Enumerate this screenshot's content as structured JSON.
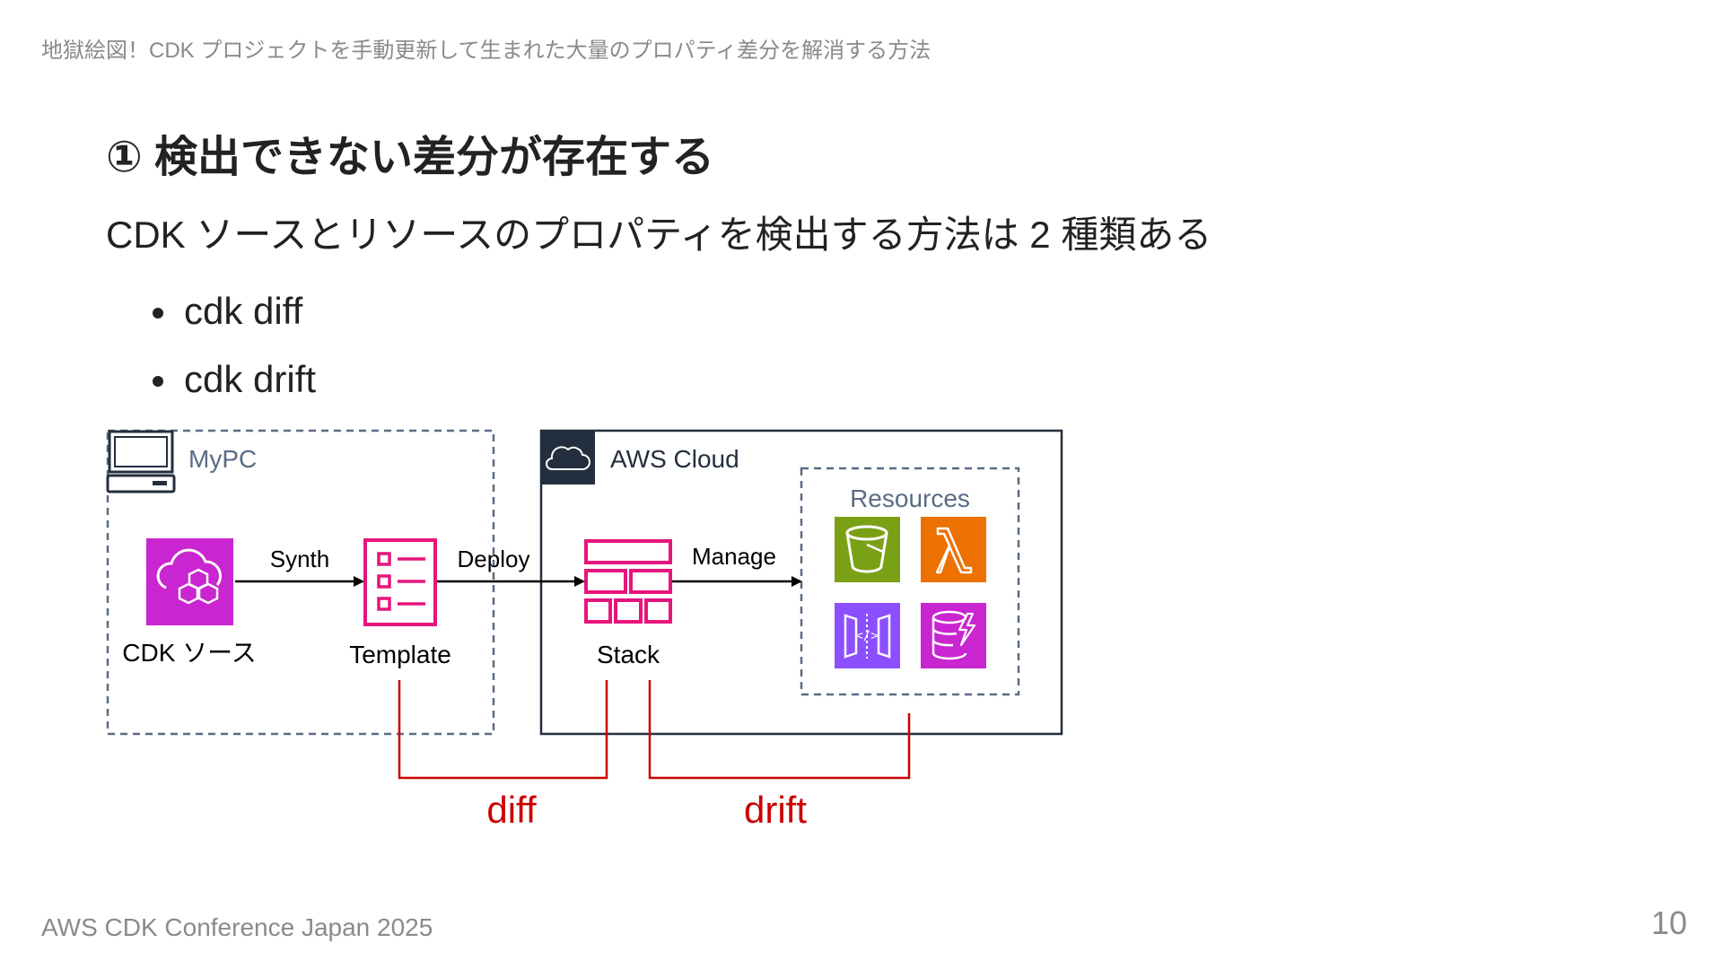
{
  "header": {
    "title": "地獄絵図！CDK プロジェクトを手動更新して生まれた大量のプロパティ差分を解消する方法"
  },
  "slide": {
    "heading": "① 検出できない差分が存在する",
    "lead": "CDK ソースとリソースのプロパティを検出する方法は 2 種類ある",
    "bullets": [
      "cdk diff",
      "cdk drift"
    ]
  },
  "diagram": {
    "mypc_label": "MyPC",
    "aws_cloud_label": "AWS Cloud",
    "resources_label": "Resources",
    "cdk_source_label": "CDK ソース",
    "template_label": "Template",
    "stack_label": "Stack",
    "synth_label": "Synth",
    "deploy_label": "Deploy",
    "manage_label": "Manage",
    "diff_label": "diff",
    "drift_label": "drift",
    "icons": [
      "computer-icon",
      "cloud-icon",
      "cdk-icon",
      "template-icon",
      "stack-icon",
      "s3-bucket-icon",
      "lambda-icon",
      "api-gateway-icon",
      "dynamodb-icon"
    ],
    "colors": {
      "cdk": "#C925D1",
      "template": "#E7157B",
      "s3": "#7AA116",
      "lambda": "#ED7100",
      "api_gateway": "#8C4FFF",
      "dynamodb": "#C925D1",
      "bracket": "#CC0000",
      "group_border": "#5A6B86",
      "cloud_header": "#232F3E"
    }
  },
  "footer": {
    "text": "AWS CDK Conference Japan 2025",
    "page_number": "10"
  }
}
